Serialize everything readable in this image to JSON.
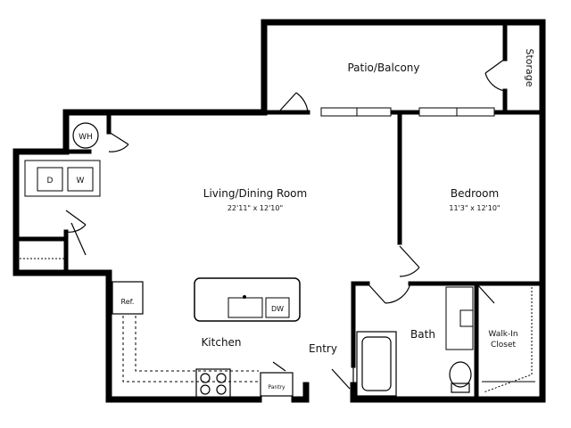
{
  "rooms": {
    "patio": "Patio/Balcony",
    "storage": "Storage",
    "living": "Living/Dining Room",
    "living_dims": "22'11\" x 12'10\"",
    "bedroom": "Bedroom",
    "bedroom_dims": "11'3\" x 12'10\"",
    "kitchen": "Kitchen",
    "entry": "Entry",
    "bath": "Bath",
    "walkin_line1": "Walk-In",
    "walkin_line2": "Closet"
  },
  "fixtures": {
    "water_heater": "WH",
    "dryer": "D",
    "washer": "W",
    "refrigerator": "Ref.",
    "dishwasher": "DW",
    "pantry": "Pantry"
  }
}
